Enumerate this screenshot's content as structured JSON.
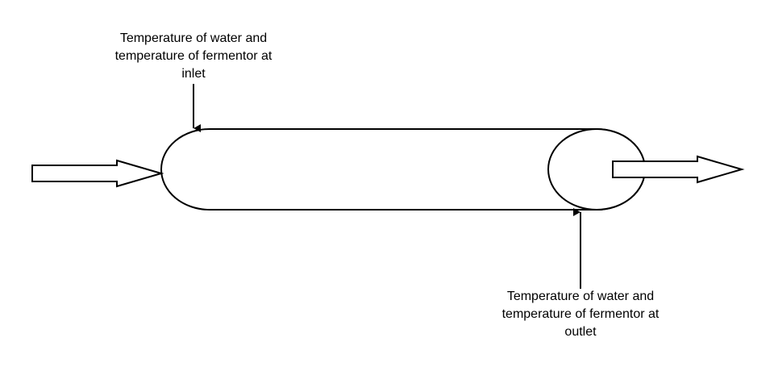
{
  "labels": {
    "inlet": {
      "line1": "Temperature of water and",
      "line2": "temperature of fermentor at",
      "line3": "inlet"
    },
    "outlet": {
      "line1": "Temperature of water and",
      "line2": "temperature of fermentor at",
      "line3": "outlet"
    }
  },
  "colors": {
    "stroke": "#000000",
    "fill": "#ffffff"
  }
}
